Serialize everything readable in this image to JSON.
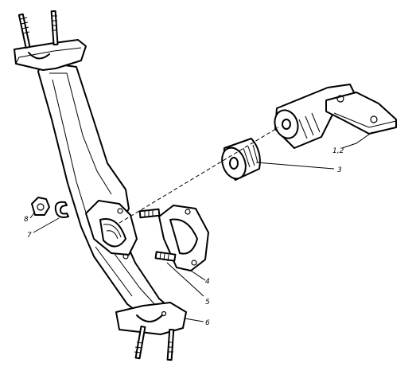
{
  "figure": {
    "title": "",
    "callouts": [
      {
        "id": "c-1-2",
        "label": "1,2",
        "part": "mounting-bracket"
      },
      {
        "id": "c-3",
        "label": "3",
        "part": "rubber-bushing"
      },
      {
        "id": "c-4",
        "label": "4",
        "part": "half-clamp"
      },
      {
        "id": "c-5",
        "label": "5",
        "part": "bolt"
      },
      {
        "id": "c-6",
        "label": "6",
        "part": "lower-clamp"
      },
      {
        "id": "c-7",
        "label": "7",
        "part": "spring-washer"
      },
      {
        "id": "c-8",
        "label": "8",
        "part": "nut"
      }
    ]
  }
}
